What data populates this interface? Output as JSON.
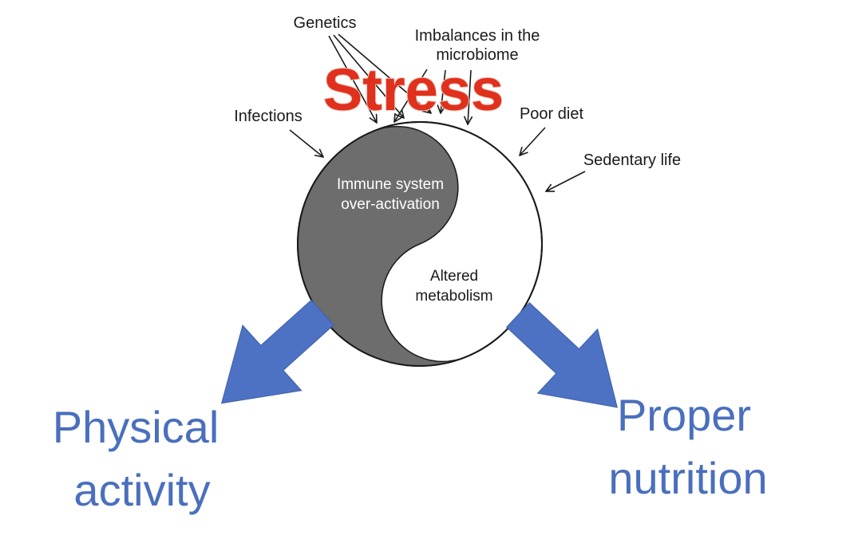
{
  "labels": {
    "genetics": "Genetics",
    "microbiome_line1": "Imbalances in the",
    "microbiome_line2": "microbiome",
    "stress": "Stress",
    "infections": "Infections",
    "poor_diet": "Poor diet",
    "sedentary": "Sedentary life",
    "immune_line1": "Immune system",
    "immune_line2": "over-activation",
    "metabolism_line1": "Altered",
    "metabolism_line2": "metabolism",
    "physical_line1": "Physical",
    "physical_line2": "activity",
    "nutrition_line1": "Proper",
    "nutrition_line2": "nutrition"
  },
  "colors": {
    "stress": "#e0301e",
    "outcome_text": "#4a6fbd",
    "outcome_arrow": "#4d72c4",
    "immune_half": "#6d6d6d",
    "outline": "#1a1a1a"
  }
}
